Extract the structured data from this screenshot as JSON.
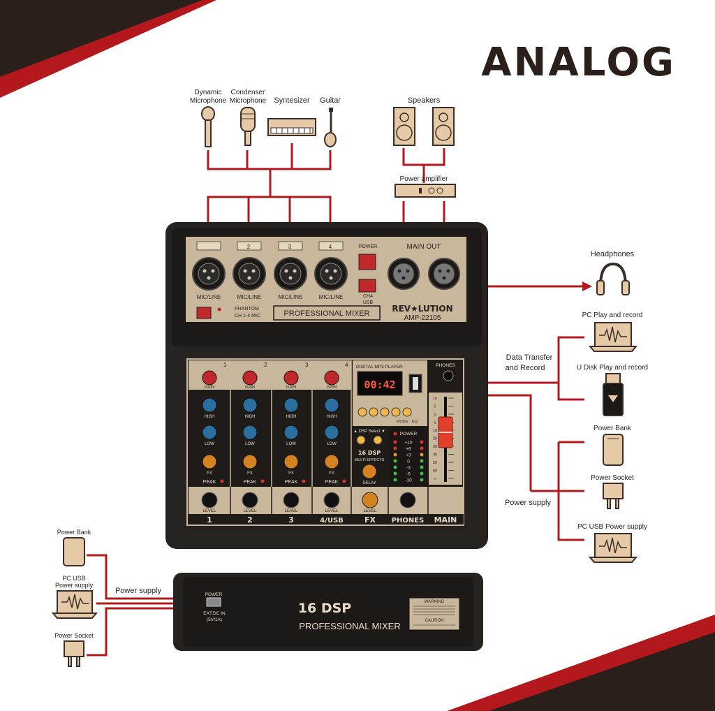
{
  "heading": "ANALOG",
  "inputs": {
    "dynamic_mic": [
      "Dynamic",
      "Microphone"
    ],
    "condenser_mic": [
      "Condenser",
      "Microphone"
    ],
    "synth": "Syntesizer",
    "guitar": "Guitar"
  },
  "outputs": {
    "speakers": "Speakers",
    "power_amp": "Power amplifier",
    "headphones": "Headphones"
  },
  "right_side": {
    "pc_play": "PC Play and record",
    "data_transfer": [
      "Data Transfer",
      "and Record"
    ],
    "udisk": "U Disk Play and record",
    "power_bank": "Power Bank",
    "power_socket": "Power Socket",
    "power_supply": "Power supply",
    "pc_usb_power": "PC USB Power supply"
  },
  "left_side": {
    "power_bank": "Power Bank",
    "pc_usb_power": [
      "PC USB",
      "Power supply"
    ],
    "power_socket": "Power Socket",
    "power_supply": "Power supply"
  },
  "mixer": {
    "mic_line": "MIC/LINE",
    "channel_numbers": [
      "1",
      "2",
      "3",
      "4"
    ],
    "phantom": [
      "PHANTOM",
      "CH 1-4 MIC"
    ],
    "pro_mixer_label": "PROFESSIONAL MIXER",
    "power": "POWER",
    "ch4": "CH4",
    "usb": "USB",
    "main_out": "MAIN OUT",
    "brand": "REV★LUTION",
    "model": "AMP-22105",
    "phones": "PHONES",
    "mp3_player": "DIGITAL MP3 PLAYER",
    "display": "00:42",
    "mode": "MODE",
    "eq": "EQ",
    "dsp_select": "▲ DSP Select ▼",
    "dsp_16": "16 DSP",
    "multi_effects": "MULTI EFFECTS",
    "delay": "DELAY",
    "meter_title": "POWER",
    "meter_levels": [
      "+10",
      "+6",
      "+3",
      "0",
      "-3",
      "-6",
      "-10"
    ],
    "gain": "GAIN",
    "high": "HIGH",
    "low": "LOW",
    "fx": "FX",
    "peak": "PEAK",
    "level": "LEVEL",
    "strip_labels": [
      "1",
      "2",
      "3",
      "4/USB",
      "FX",
      "PHONES",
      "MAIN"
    ],
    "fader_scale": [
      "10",
      "5",
      "0",
      "5",
      "10",
      "20",
      "30",
      "40",
      "50",
      "60",
      "∞"
    ]
  },
  "back_panel": {
    "power": "POWER",
    "ext_dc": "EXT.DC IN",
    "ext_dc_spec": "(5V/1A)",
    "dsp": "16 DSP",
    "pro_mixer": "PROFESSIONAL MIXER",
    "warning": "WARNING",
    "caution": "CAUTION"
  },
  "colors": {
    "accent_red": "#b3191c",
    "dark_band": "#2a1f1a",
    "device_fill": "#e6c9a6",
    "mixer_body": "#262220",
    "mixer_panel": "#c9b79c"
  }
}
